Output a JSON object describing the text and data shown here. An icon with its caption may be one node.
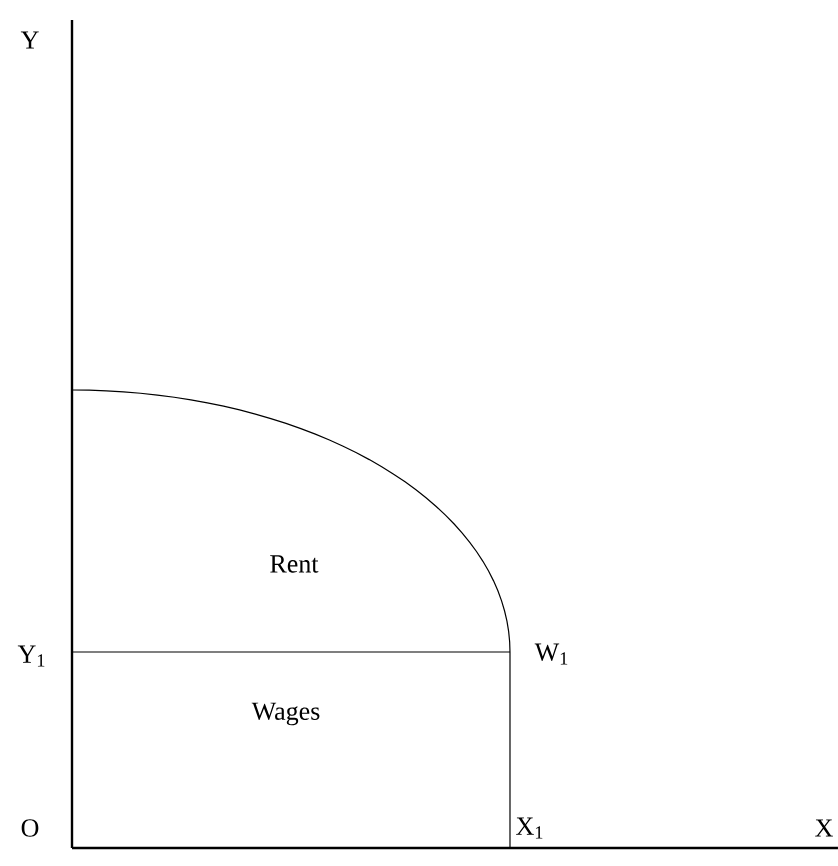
{
  "diagram": {
    "labels": [
      "Y",
      "Rent",
      "Y$_{1}$",
      "W$_{1}$",
      "Wages",
      "O",
      "X$_{1}$",
      "X"
    ]
  }
}
